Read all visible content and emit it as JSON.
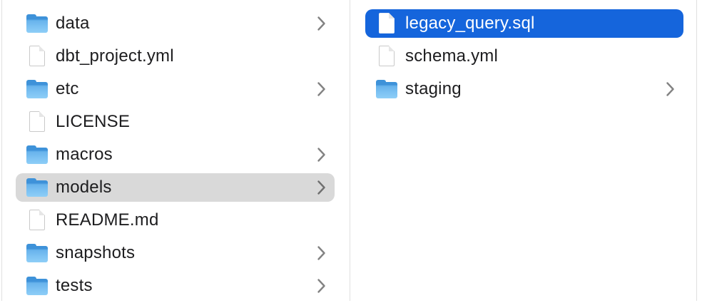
{
  "app": {
    "name": "Finder column view",
    "view": "file browser, two visible columns"
  },
  "colors": {
    "selection_blue": "#1565dc",
    "selection_gray": "#d9d9d9",
    "folder_blue_top": "#3e92d9",
    "folder_blue_body": "#7dc2f3",
    "text": "#1d1d1f",
    "selected_text": "#ffffff",
    "divider": "#e0e0e0",
    "chevron": "#828282"
  },
  "columns": [
    {
      "name": "parent-column",
      "items": [
        {
          "label": "data",
          "type": "folder",
          "icon": "folder-icon",
          "chevron": true,
          "selected": "none"
        },
        {
          "label": "dbt_project.yml",
          "type": "file",
          "icon": "document-icon",
          "chevron": false,
          "selected": "none"
        },
        {
          "label": "etc",
          "type": "folder",
          "icon": "folder-icon",
          "chevron": true,
          "selected": "none"
        },
        {
          "label": "LICENSE",
          "type": "file",
          "icon": "document-icon",
          "chevron": false,
          "selected": "none"
        },
        {
          "label": "macros",
          "type": "folder",
          "icon": "folder-icon",
          "chevron": true,
          "selected": "none"
        },
        {
          "label": "models",
          "type": "folder",
          "icon": "folder-icon",
          "chevron": true,
          "selected": "secondary-gray"
        },
        {
          "label": "README.md",
          "type": "file",
          "icon": "document-icon",
          "chevron": false,
          "selected": "none"
        },
        {
          "label": "snapshots",
          "type": "folder",
          "icon": "folder-icon",
          "chevron": true,
          "selected": "none"
        },
        {
          "label": "tests",
          "type": "folder",
          "icon": "folder-icon",
          "chevron": true,
          "selected": "none"
        }
      ]
    },
    {
      "name": "child-column",
      "items": [
        {
          "label": "legacy_query.sql",
          "type": "file",
          "icon": "document-icon",
          "chevron": false,
          "selected": "primary-blue"
        },
        {
          "label": "schema.yml",
          "type": "file",
          "icon": "document-icon",
          "chevron": false,
          "selected": "none"
        },
        {
          "label": "staging",
          "type": "folder",
          "icon": "folder-icon",
          "chevron": true,
          "selected": "none"
        }
      ]
    }
  ]
}
